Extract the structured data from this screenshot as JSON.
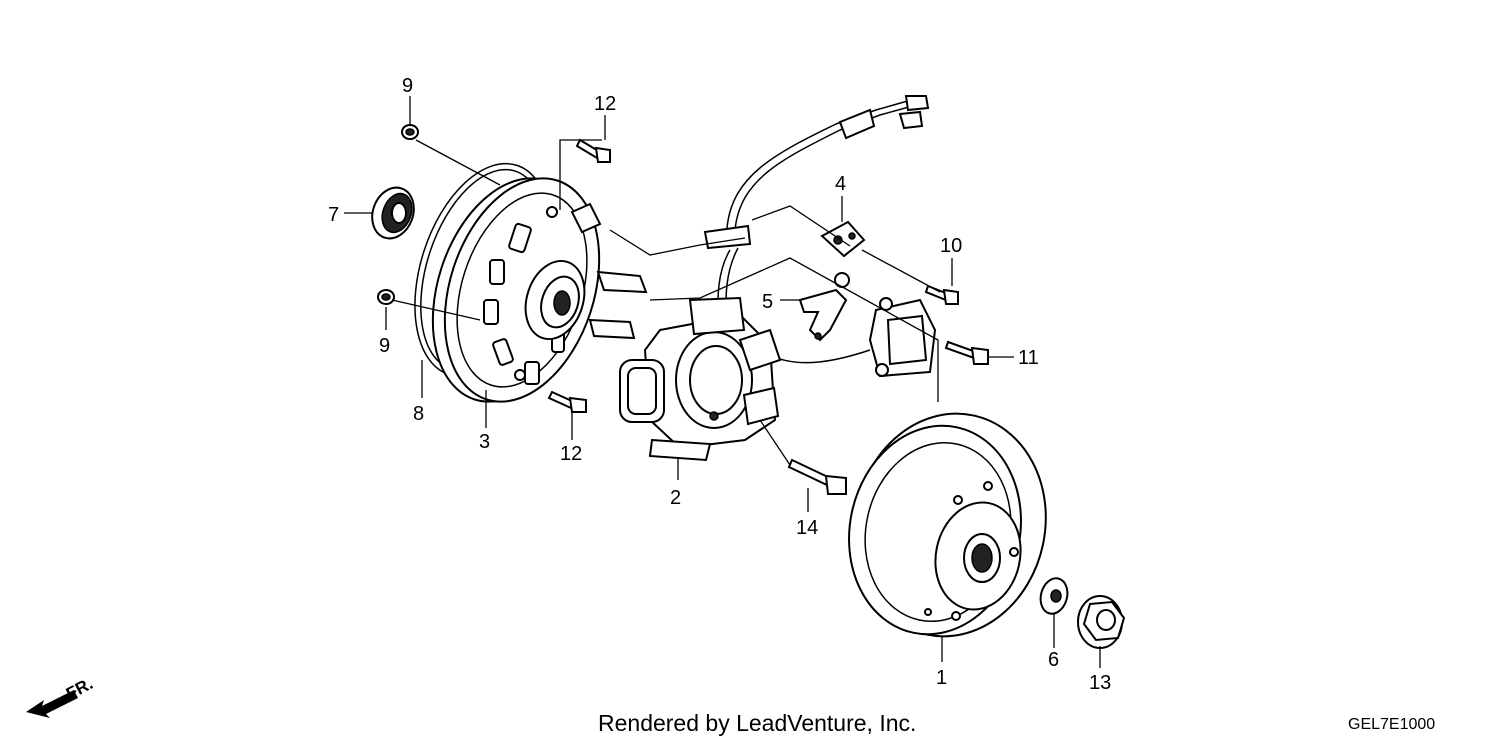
{
  "diagram": {
    "callouts": {
      "p1": "1",
      "p2": "2",
      "p3": "3",
      "p4": "4",
      "p5": "5",
      "p6": "6",
      "p7": "7",
      "p8": "8",
      "p9a": "9",
      "p9b": "9",
      "p10": "10",
      "p11": "11",
      "p12a": "12",
      "p12b": "12",
      "p13": "13",
      "p14": "14"
    },
    "direction_label": "FR."
  },
  "footer": {
    "credit": "Rendered by LeadVenture, Inc.",
    "code": "GEL7E1000"
  }
}
